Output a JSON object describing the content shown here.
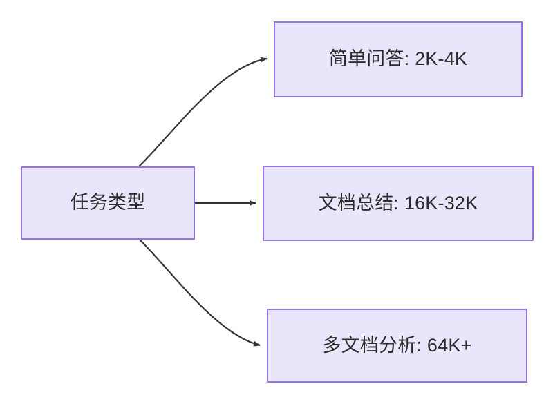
{
  "diagram": {
    "type": "flowchart",
    "direction": "left-to-right",
    "colors": {
      "node_fill": "#e9e5fa",
      "node_border": "#9673e0",
      "edge_stroke": "#333333",
      "text": "#2b2b2b",
      "background": "#ffffff"
    },
    "root": {
      "id": "task-type",
      "label": "任务类型"
    },
    "branches": [
      {
        "id": "simple-qa",
        "label": "简单问答: 2K-4K",
        "task": "简单问答",
        "token_range": "2K-4K",
        "edge_style": "curved"
      },
      {
        "id": "doc-summary",
        "label": "文档总结: 16K-32K",
        "task": "文档总结",
        "token_range": "16K-32K",
        "edge_style": "straight"
      },
      {
        "id": "multi-doc",
        "label": "多文档分析: 64K+",
        "task": "多文档分析",
        "token_range": "64K+",
        "edge_style": "curved"
      }
    ]
  }
}
